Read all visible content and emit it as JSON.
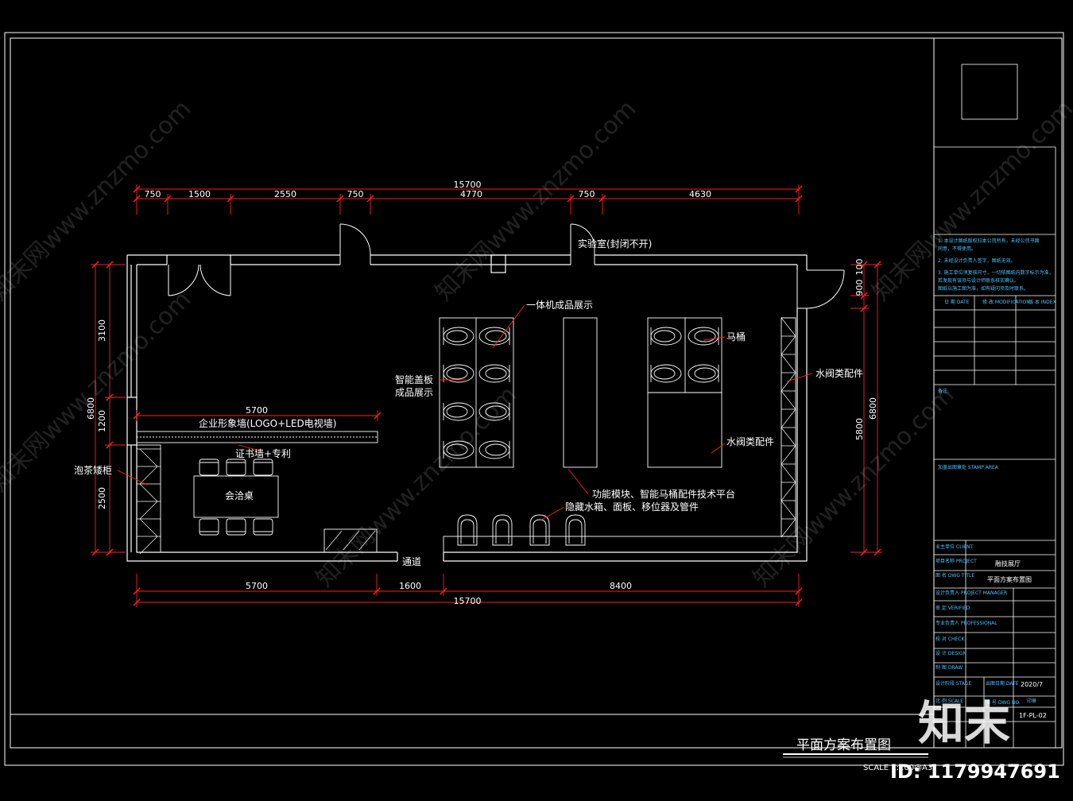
{
  "dimensions": {
    "top_total": "15700",
    "top_segments": [
      "750",
      "1500",
      "2550",
      "750",
      "4770",
      "750",
      "4630"
    ],
    "bottom_total": "15700",
    "bottom_segments": [
      "5700",
      "1600",
      "8400"
    ],
    "left_total": "6800",
    "left_segments": [
      "3100",
      "1200",
      "2500"
    ],
    "right_total": "6800",
    "right_segments": [
      "900",
      "100",
      "5800"
    ],
    "wall_5700": "5700"
  },
  "labels": {
    "lab_room": "实验室(封闭不开)",
    "integrated_display": "一体机成品展示",
    "toilet": "马桶",
    "valve_parts_1": "水阀类配件",
    "valve_parts_2": "水阀类配件",
    "smart_cover_1": "智能盖板",
    "smart_cover_2": "成品展示",
    "image_wall": "企业形象墙(LOGO+LED电视墙)",
    "cert_wall": "证书墙+专利",
    "tea_cabinet": "泡茶矮柜",
    "meeting_table": "会洽桌",
    "function_platform": "功能模块、智能马桶配件技术平台",
    "hidden_tank": "隐藏水箱、面板、移位器及管件",
    "passage": "通道"
  },
  "title_block": {
    "notes": [
      "1. 本设计图纸版权归本公司所有，未经公司书面",
      "   同意，不得使用。",
      "2. 未经设计负责人签字，图纸无效。",
      "3. 施工单位须复核尺寸，一切依图纸内数字标示为准，",
      "   若发现有误须与设计师联系核实确认。",
      "   图纸以施工图为准，如有疑问须及时联系。"
    ],
    "rev_headers": [
      "日 期\nDATE",
      "修 改\nMODIFICATION",
      "版 本\nINDEX"
    ],
    "remarks": "备注:",
    "stamp": "加盖出图章处\nSTAMP AREA",
    "client_label": "业主单位\nCLIENT",
    "project_label": "项目名称\nPROJECT",
    "project_value": "融技展厅",
    "drawing_label": "图 名\nDWG TITLE",
    "drawing_value": "平面方案布置图",
    "designer_label": "设计负责人\nPROJECT MANAGER",
    "review_label": "审 定\nVERIFIED",
    "pro_label": "专业负责人\nPROFESSIONAL",
    "check_label": "校 对\nCHECK",
    "design_label": "设 计\nDESIGN",
    "draw_label": "制 图\nDRAW",
    "phase_label": "设计阶段\nSTAGE",
    "date_label": "出图日期\nDATE",
    "date_value": "2020/7",
    "scale_label": "比 例\nSCALE",
    "dwgno_label": "图 号\nDWG NO.",
    "dwgno_value": "1F-PL-02",
    "seal": "印章"
  },
  "drawing_title": "平面方案布置图",
  "scale": "SCALE 1:100@A3",
  "watermark": {
    "text": "知末网www.znzmo.com",
    "brand": "知末",
    "id": "ID: 1179947691"
  },
  "colors": {
    "background": "#000000",
    "wall": "#ffffff",
    "dimension": "#ff2020",
    "leader": "#ff2020",
    "titleblock_text": "#4fc3ff"
  }
}
